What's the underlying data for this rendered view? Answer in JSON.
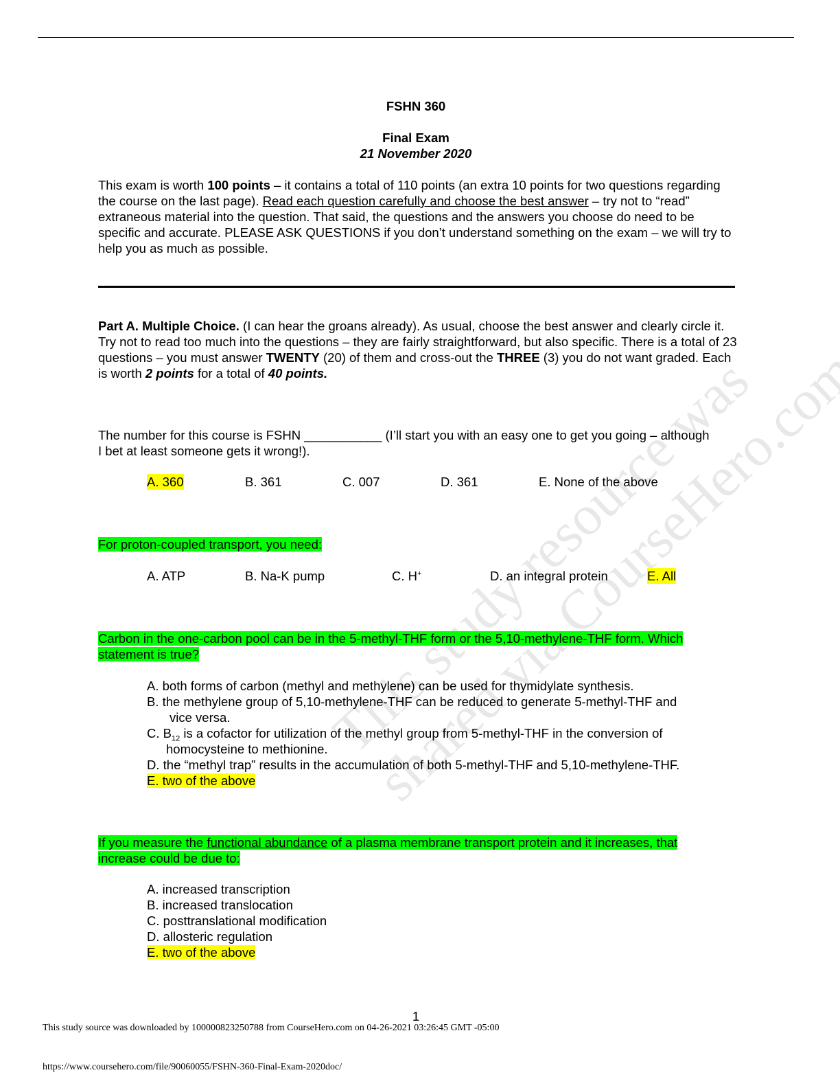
{
  "header": {
    "course": "FSHN 360",
    "exam": "Final Exam",
    "date": "21 November 2020"
  },
  "intro": {
    "t1": "This exam is worth ",
    "b1": "100 points",
    "t2": " – it contains a total of 110 points (an extra 10 points for two questions regarding the course on the last page).  ",
    "u1": "Read each question carefully and choose the best answer",
    "t3": " – try not to “read” extraneous material into the question.  That said, the questions and the answers you choose do need to be specific and accurate.  PLEASE ASK QUESTIONS if you don’t understand something on the exam – we will try to help you as much as possible."
  },
  "part_a": {
    "b1": "Part A.  Multiple Choice.",
    "t1": "  (I can hear the groans already).  As usual, choose the best answer and clearly circle it.  Try not to read too much into the questions – they are fairly straightforward, but also specific.  There is a total of 23 questions – you must answer ",
    "b2": "TWENTY",
    "t2": " (20) of them and cross-out the ",
    "b3": "THREE",
    "t3": " (3) you do not want graded.  Each is worth ",
    "bi1": "2 points",
    "t4": " for a total of ",
    "bi2": "40 points."
  },
  "q1": {
    "stem": "The number for this course is FSHN ___________ (I’ll start you with an easy one to get you going – although I bet at least someone gets it wrong!).",
    "options": [
      "A.  360",
      "B.  361",
      "C.  007",
      "D.  361",
      "E.  None of the above"
    ]
  },
  "q2": {
    "stem": "For proton-coupled transport, you need:",
    "options": [
      "A.  ATP",
      "B.  Na-K pump",
      "C.  H",
      "D.  an integral protein",
      "E.  All"
    ],
    "sup": "+"
  },
  "q3": {
    "stem_line1": "Carbon in the one-carbon pool can be in the 5-methyl-THF form or the 5,10-methylene-THF form.  Which",
    "stem_line2": "statement is true?",
    "a": "A.  both forms of carbon (methyl and methylene) can be used for thymidylate synthesis.",
    "b1": "B.  the methylene group of 5,10-methylene-THF can be reduced to generate 5-methyl-THF and",
    "b2": "vice versa.",
    "c1a": "C.  B",
    "c1sub": "12",
    "c1b": " is a cofactor for utilization of the methyl group from 5-methyl-THF in the conversion of",
    "c2": "homocysteine to methionine.",
    "d": "D.  the “methyl trap” results in the accumulation of both 5-methyl-THF and 5,10-methylene-THF.",
    "e": "E.  two of the above"
  },
  "q4": {
    "s1": "If you measure the ",
    "s1u": "functional abundance",
    "s1b": " of a plasma membrane transport protein and it increases, that",
    "s2": "increase could be due to:",
    "options": [
      "A.  increased transcription",
      "B.  increased translocation",
      "C.  posttranslational modification",
      "D.  allosteric regulation",
      "E.  two of the above"
    ]
  },
  "page_number": "1",
  "footer": {
    "download": "This study source was downloaded by 100000823250788 from CourseHero.com on 04-26-2021 03:26:45 GMT -05:00",
    "url": "https://www.coursehero.com/file/90060055/FSHN-360-Final-Exam-2020doc/"
  },
  "watermark": {
    "line1": "This study resource was",
    "line2": "shared via CourseHero.com"
  },
  "highlight_colors": {
    "green": "#00ff00",
    "yellow": "#ffff00"
  }
}
